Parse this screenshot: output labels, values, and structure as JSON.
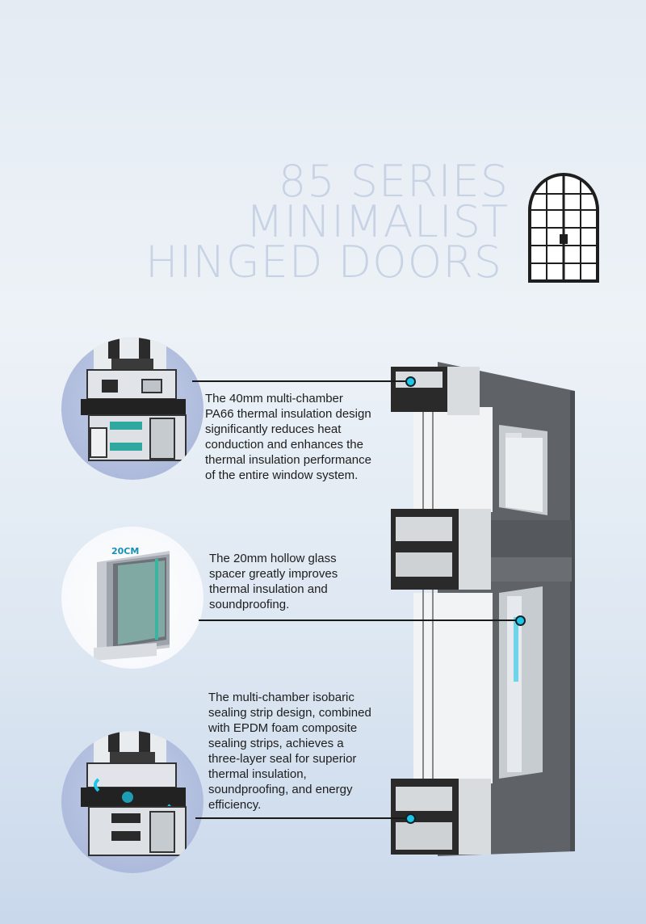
{
  "title": {
    "line1": "85 SERIES MINIMALIST",
    "line2": "HINGED DOORS"
  },
  "features": [
    {
      "lines": [
        "The 40mm multi-chamber",
        "PA66 thermal insulation design",
        "significantly reduces heat",
        "conduction and enhances the",
        "thermal insulation performance",
        "of the entire window system."
      ]
    },
    {
      "lines": [
        "The 20mm hollow glass",
        "spacer greatly improves",
        "thermal insulation and",
        "soundproofing."
      ],
      "badge": "20CM"
    },
    {
      "lines": [
        "The multi-chamber isobaric",
        "sealing strip design, combined",
        "with EPDM foam composite",
        "sealing strips, achieves a",
        "three-layer seal for superior",
        "thermal insulation,",
        "soundproofing, and energy",
        "efficiency."
      ]
    }
  ],
  "colors": {
    "accent": "#1ec5e6",
    "frame": "#5f6266",
    "title": "#c7d3e4"
  }
}
